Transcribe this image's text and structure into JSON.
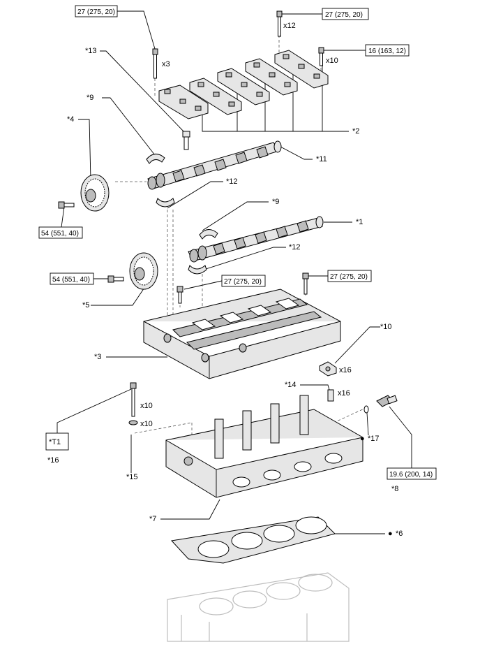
{
  "torque_specs": {
    "t1": "27 (275, 20)",
    "t2": "27 (275, 20)",
    "t3": "16 (163, 12)",
    "t4": "54 (551, 40)",
    "t5": "54 (551, 40)",
    "t6": "27 (275, 20)",
    "t7": "27 (275, 20)",
    "t8": "19.6 (200, 14)"
  },
  "quantities": {
    "q1": "x3",
    "q2": "x12",
    "q3": "x10",
    "q4": "x16",
    "q5": "x16",
    "q6": "x10",
    "q7": "x10"
  },
  "callouts": {
    "c1": "*1",
    "c2": "*2",
    "c3": "*3",
    "c4": "*4",
    "c5": "*5",
    "c6": "*6",
    "c7": "*7",
    "c8": "*8",
    "c9a": "*9",
    "c9b": "*9",
    "c10": "*10",
    "c11": "*11",
    "c12a": "*12",
    "c12b": "*12",
    "c13": "*13",
    "c14": "*14",
    "c15": "*15",
    "c16": "*16",
    "c17": "*17",
    "t1": "*T1"
  },
  "markers": {
    "dot": "●"
  },
  "colors": {
    "line": "#000000",
    "ghost": "#bdbdbd",
    "fill_light": "#e6e6e6",
    "fill_dark": "#bcbcbc"
  }
}
